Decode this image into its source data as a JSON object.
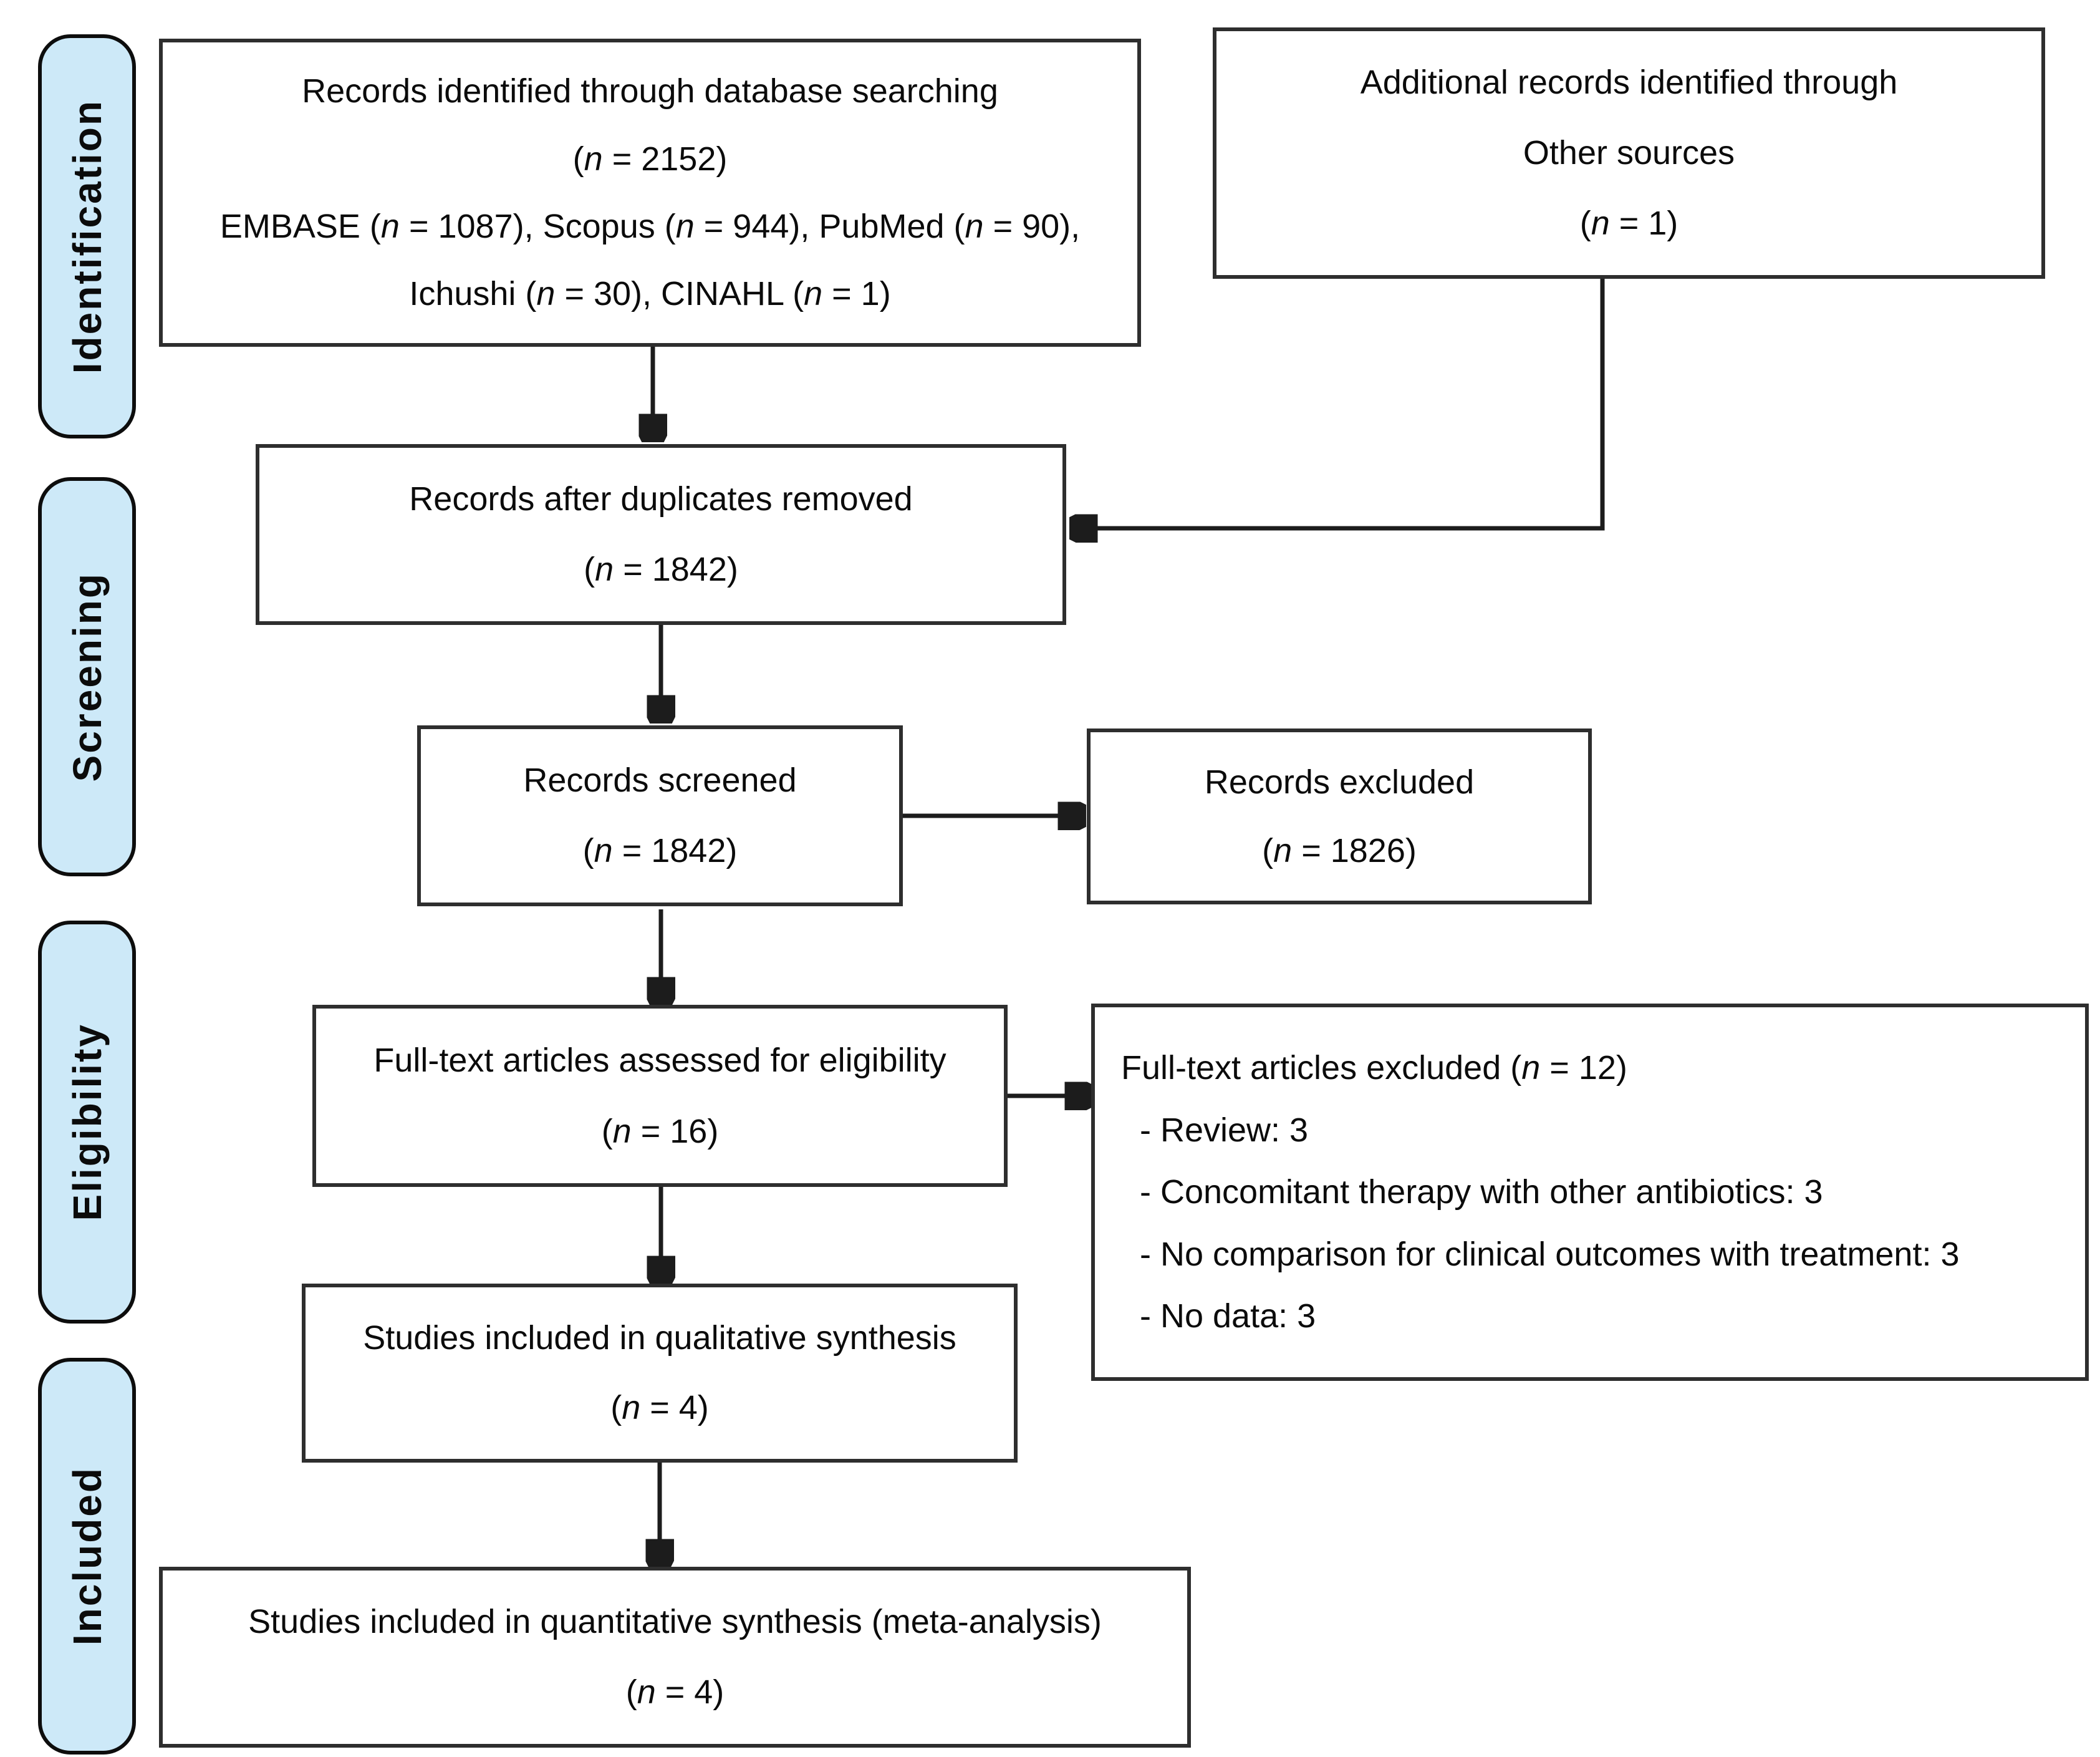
{
  "diagram_title": "PRISMA study selection flow diagram",
  "palette": {
    "background": "#FFFFFF",
    "box_fill": "#FFFFFF",
    "box_border": "#2E2E2E",
    "stage_fill": "#CDE9F8",
    "stage_border": "#0D0D0D",
    "arrow": "#1C1C1C",
    "text": "#0B0B0B"
  },
  "sidebar": {
    "items": [
      {
        "label": "Identification"
      },
      {
        "label": "Screening"
      },
      {
        "label": "Eligibility"
      },
      {
        "label": "Included"
      }
    ]
  },
  "boxes": {
    "database_search": {
      "lines": [
        "Records identified through database searching",
        "(n = 2152)",
        "EMBASE (n = 1087), Scopus (n = 944), PubMed (n = 90),",
        "Ichushi (n = 30), CINAHL (n = 1)"
      ]
    },
    "other_sources": {
      "lines": [
        "Additional records identified through",
        "Other sources",
        "(n = 1)"
      ]
    },
    "duplicates_removed": {
      "lines": [
        "Records after duplicates removed",
        "(n = 1842)"
      ]
    },
    "records_screened": {
      "lines": [
        "Records screened",
        "(n = 1842)"
      ]
    },
    "records_excluded": {
      "lines": [
        "Records excluded",
        "(n = 1826)"
      ]
    },
    "fulltext_assessed": {
      "lines": [
        "Full-text articles assessed for eligibility",
        "(n = 16)"
      ]
    },
    "fulltext_excluded": {
      "lines": [
        "Full-text articles excluded (n = 12)",
        "- Review: 3",
        "- Concomitant therapy with other antibiotics: 3",
        "- No comparison for clinical outcomes with treatment: 3",
        "- No data: 3"
      ]
    },
    "qualitative_synthesis": {
      "lines": [
        "Studies included in qualitative synthesis",
        "(n = 4)"
      ]
    },
    "quantitative_synthesis": {
      "lines": [
        "Studies included in quantitative synthesis (meta-analysis)",
        "(n = 4)"
      ]
    }
  }
}
